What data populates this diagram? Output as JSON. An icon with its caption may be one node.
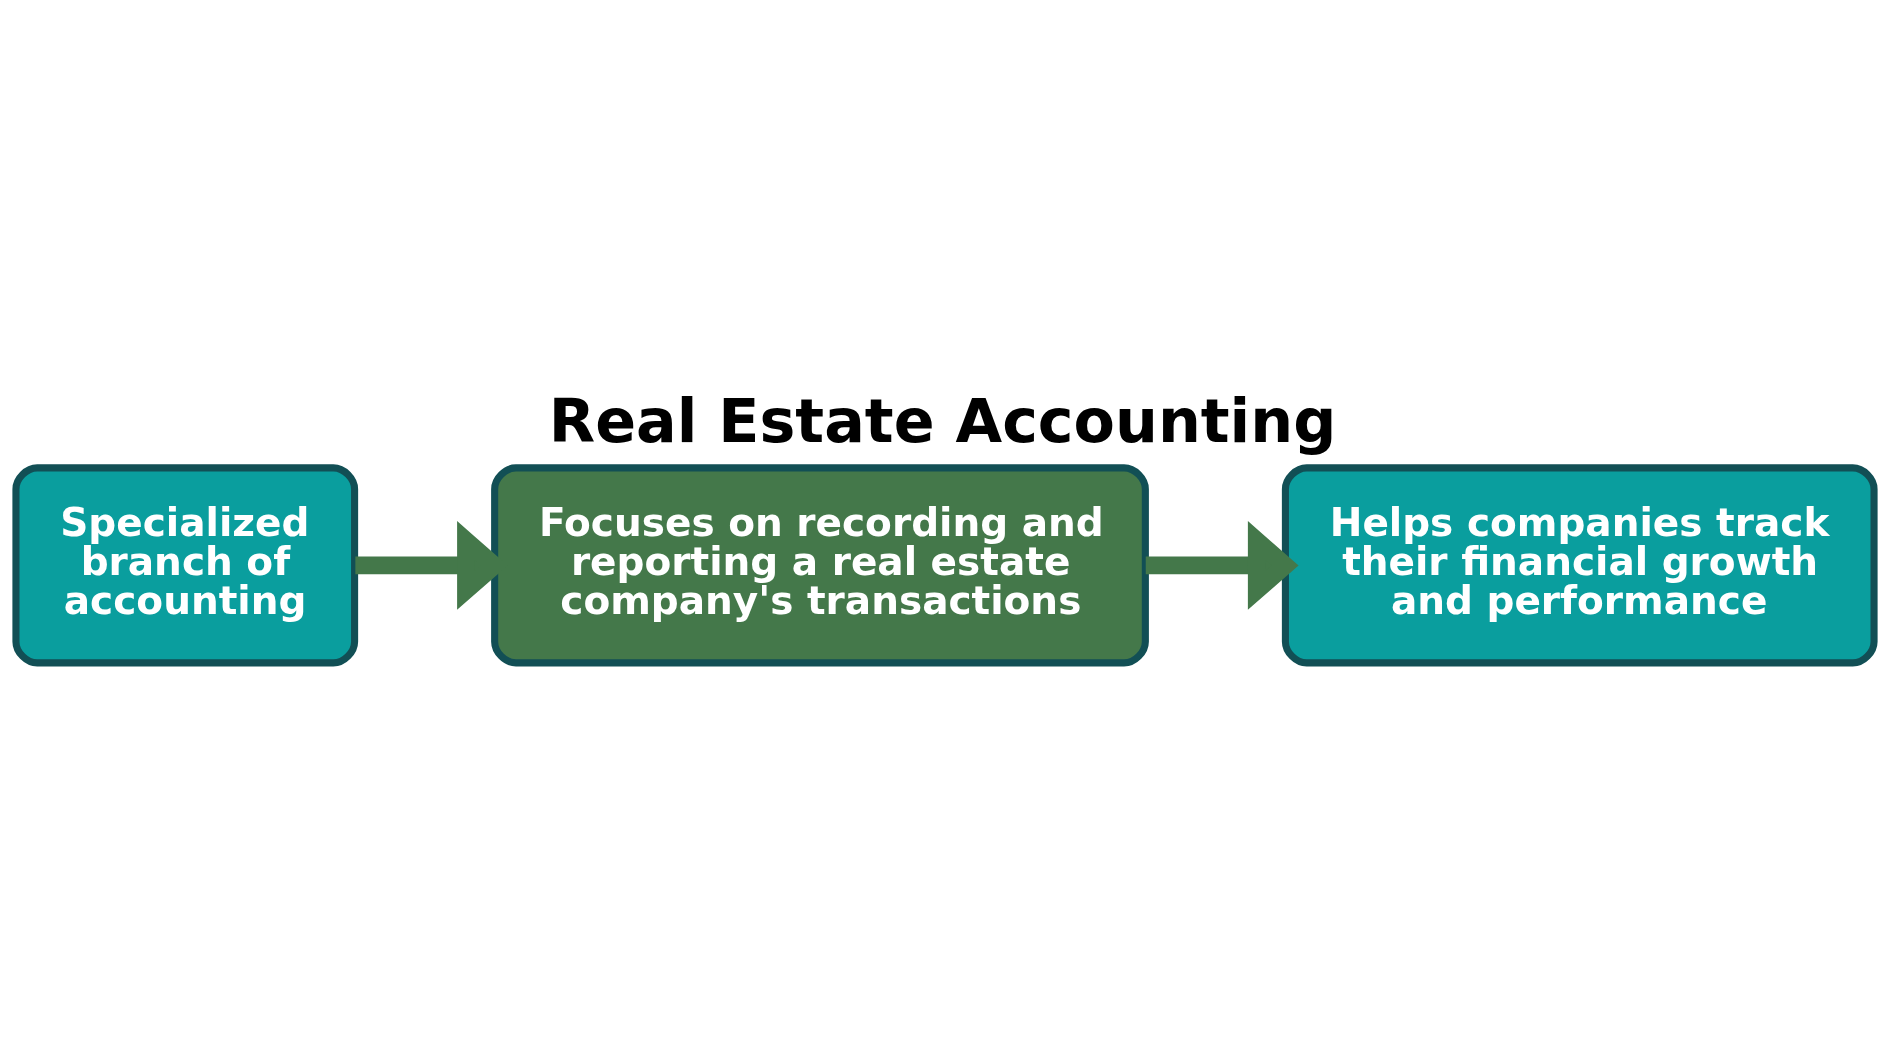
{
  "diagram": {
    "title": "Real Estate Accounting",
    "nodes": [
      {
        "text": [
          "Specialized branch of accounting"
        ]
      },
      {
        "text": [
          "Focuses on recording and reporting a real estate company's transactions"
        ]
      },
      {
        "text": [
          "Helps companies track their financial growth and performance"
        ]
      }
    ],
    "edges": [
      {
        "from": 0,
        "to": 1,
        "arrow": "to"
      },
      {
        "from": 1,
        "to": 2,
        "arrow": "to"
      }
    ]
  }
}
